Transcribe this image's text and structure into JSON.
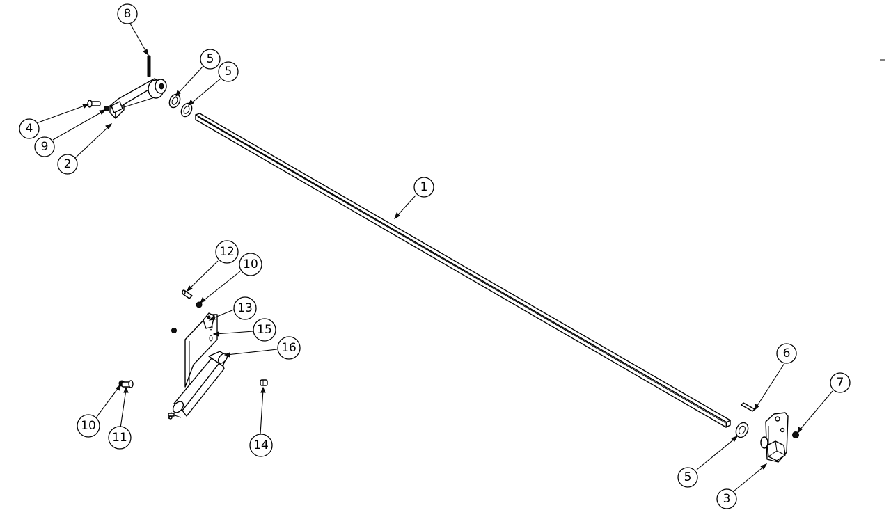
{
  "diagram": {
    "callouts": [
      {
        "id": "c1",
        "label": "1"
      },
      {
        "id": "c2",
        "label": "2"
      },
      {
        "id": "c3",
        "label": "3"
      },
      {
        "id": "c4",
        "label": "4"
      },
      {
        "id": "c5a",
        "label": "5"
      },
      {
        "id": "c5b",
        "label": "5"
      },
      {
        "id": "c5c",
        "label": "5"
      },
      {
        "id": "c6",
        "label": "6"
      },
      {
        "id": "c7",
        "label": "7"
      },
      {
        "id": "c8",
        "label": "8"
      },
      {
        "id": "c9",
        "label": "9"
      },
      {
        "id": "c10a",
        "label": "10"
      },
      {
        "id": "c10b",
        "label": "10"
      },
      {
        "id": "c11",
        "label": "11"
      },
      {
        "id": "c12",
        "label": "12"
      },
      {
        "id": "c13",
        "label": "13"
      },
      {
        "id": "c14",
        "label": "14"
      },
      {
        "id": "c15",
        "label": "15"
      },
      {
        "id": "c16",
        "label": "16"
      }
    ]
  },
  "colors": {
    "line": "#000000",
    "background": "#ffffff"
  }
}
